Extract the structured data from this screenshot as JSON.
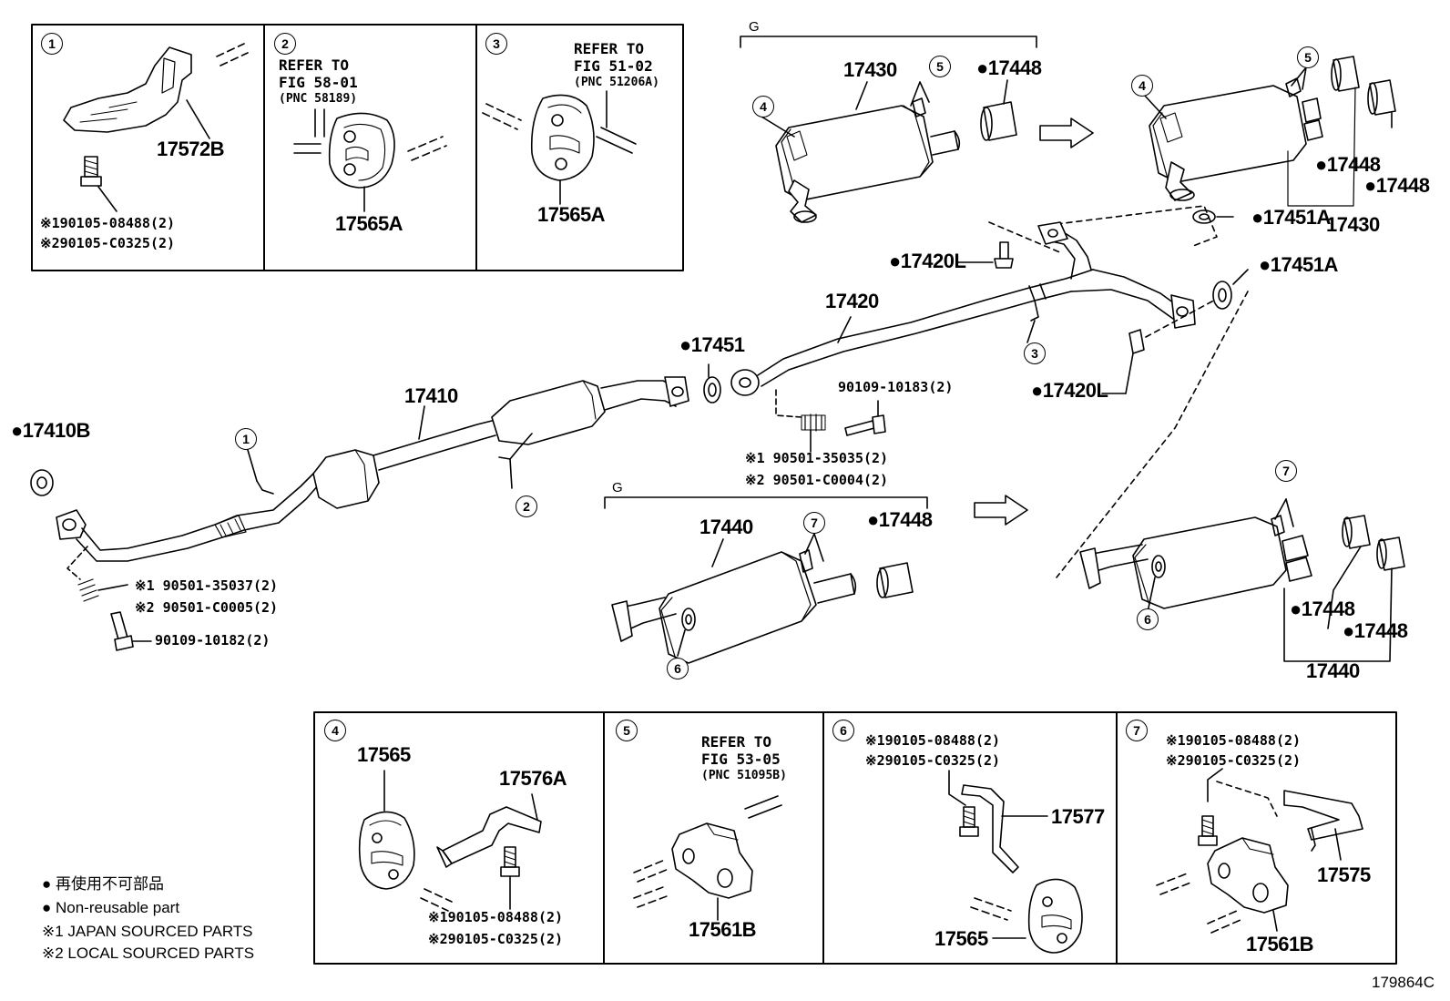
{
  "figure_code": "179864C",
  "legend": {
    "jp_nonreusable": "● 再使用不可部品",
    "nonreusable": "● Non-reusable part",
    "japan_sourced": "※1 JAPAN SOURCED PARTS",
    "local_sourced": "※2 LOCAL SOURCED PARTS"
  },
  "detail_boxes": {
    "box1": {
      "callout": "1",
      "part": "17572B",
      "bolt_1": "※190105-08488(2)",
      "bolt_2": "※290105-C0325(2)"
    },
    "box2": {
      "callout": "2",
      "refer_line1": "REFER TO",
      "refer_line2": "FIG 58-01",
      "refer_line3": "(PNC 58189)",
      "part": "17565A"
    },
    "box3": {
      "callout": "3",
      "refer_line1": "REFER TO",
      "refer_line2": "FIG 51-02",
      "refer_line3": "(PNC 51206A)",
      "part": "17565A"
    },
    "box4": {
      "callout": "4",
      "part_a": "17565",
      "part_b": "17576A",
      "bolt_1": "※190105-08488(2)",
      "bolt_2": "※290105-C0325(2)"
    },
    "box5": {
      "callout": "5",
      "refer_line1": "REFER TO",
      "refer_line2": "FIG 53-05",
      "refer_line3": "(PNC 51095B)",
      "part": "17561B"
    },
    "box6": {
      "callout": "6",
      "bolt_1": "※190105-08488(2)",
      "bolt_2": "※290105-C0325(2)",
      "part_a": "17577",
      "part_b": "17565"
    },
    "box7": {
      "callout": "7",
      "bolt_1": "※190105-08488(2)",
      "bolt_2": "※290105-C0325(2)",
      "part_a": "17575",
      "part_b": "17561B"
    }
  },
  "main": {
    "group_g_top": "G",
    "group_g_bottom": "G",
    "muffler_top": "17430",
    "tail_top": "●17448",
    "tail_top_r1": "●17448",
    "tail_top_r2": "●17448",
    "muffler_top_r": "17430",
    "gasket_top_r": "●17451A",
    "gasket_mid_r": "●17451A",
    "bolt_l_top": "●17420L",
    "bolt_l_bottom": "●17420L",
    "center_pipe": "17420",
    "gasket_center": "●17451",
    "bolt_center": "90109-10183(2)",
    "spring_center_1": "※1 90501-35035(2)",
    "spring_center_2": "※2 90501-C0004(2)",
    "front_pipe": "17410",
    "gasket_front": "●17410B",
    "spring_front_1": "※1 90501-35037(2)",
    "spring_front_2": "※2 90501-C0005(2)",
    "bolt_front": "90109-10182(2)",
    "muffler_bottom": "17440",
    "tail_bottom": "●17448",
    "tail_bottom_r1": "●17448",
    "tail_bottom_r2": "●17448",
    "muffler_bottom_r": "17440",
    "callout_1": "1",
    "callout_2": "2",
    "callout_3": "3",
    "callout_4a": "4",
    "callout_4b": "4",
    "callout_5a": "5",
    "callout_5b": "5",
    "callout_6a": "6",
    "callout_6b": "6",
    "callout_7a": "7",
    "callout_7b": "7"
  }
}
